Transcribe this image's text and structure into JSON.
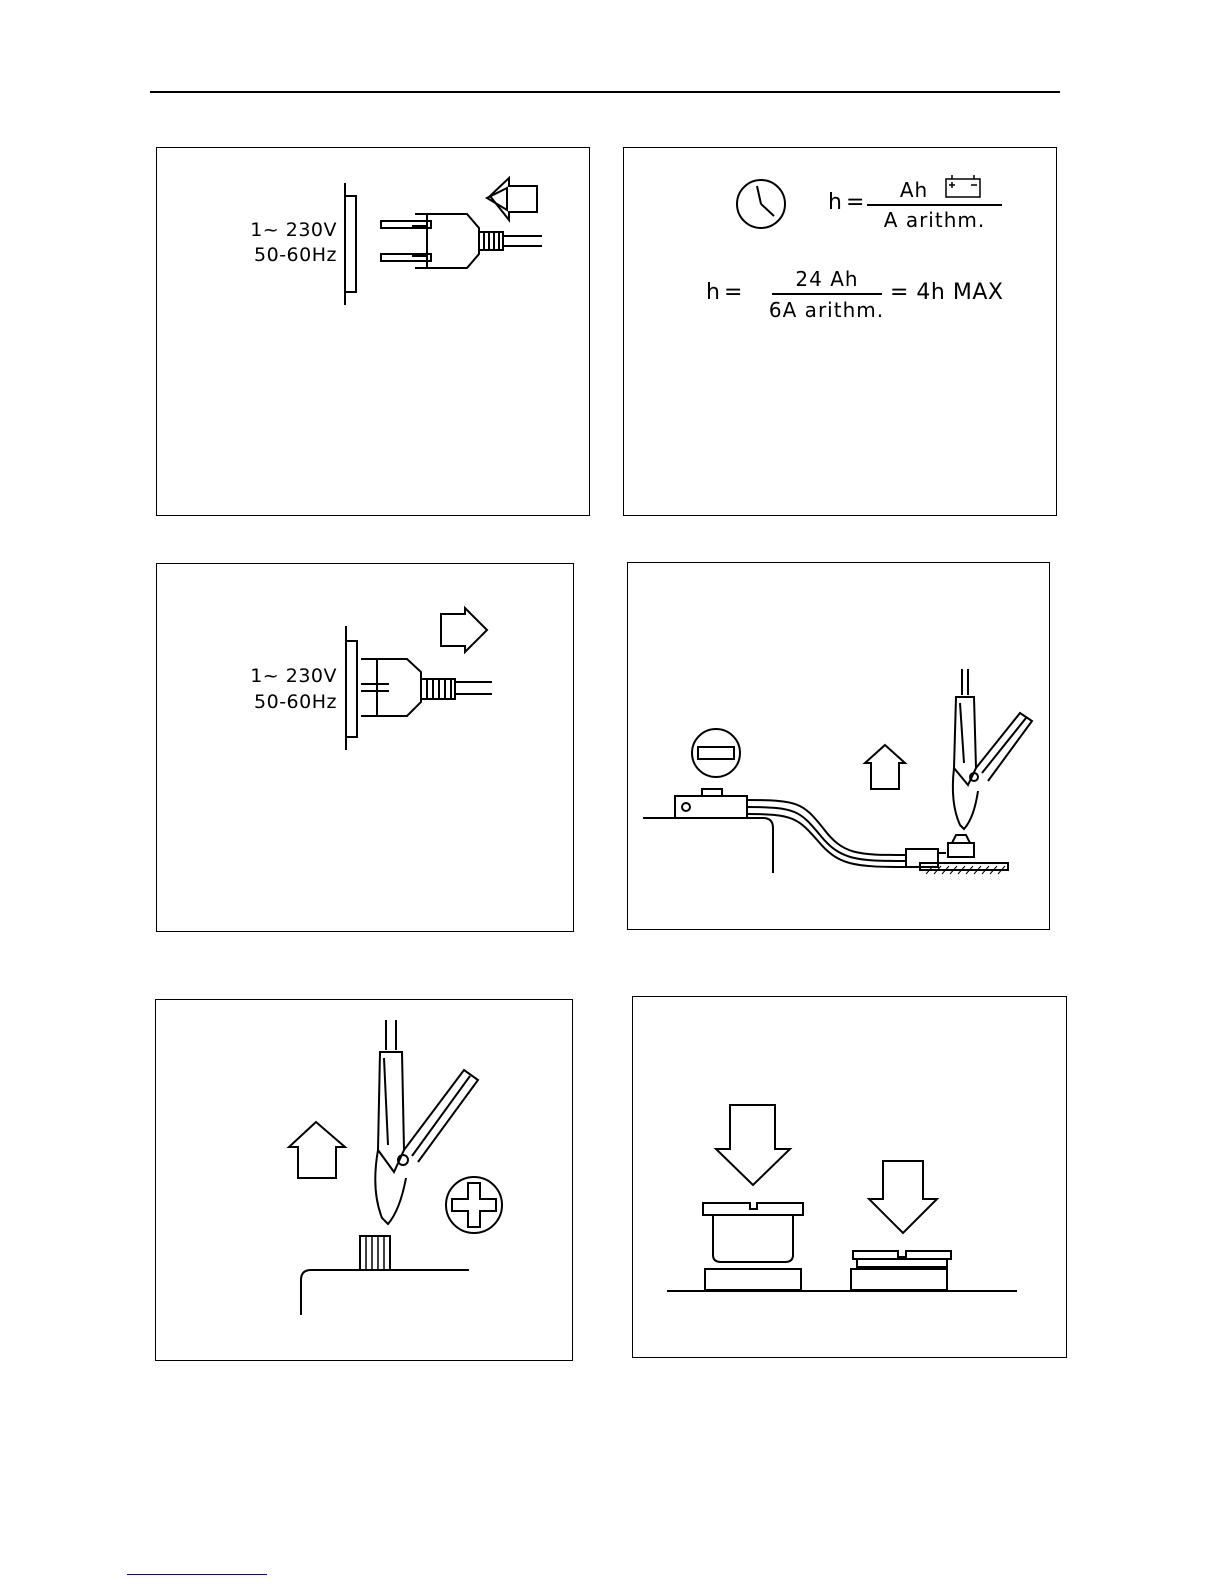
{
  "panels": {
    "plug_in": {
      "voltage_label": "1~  230V",
      "frequency_label": "50-60Hz"
    },
    "charge_time": {
      "formula": {
        "lhs": "h",
        "equals": "=",
        "numerator": "Ah",
        "denominator": "A  arithm."
      },
      "example": {
        "lhs": "h",
        "equals": "=",
        "numerator": "24  Ah",
        "denominator": "6A  arithm.",
        "result": "= 4h   MAX"
      }
    },
    "plug_out": {
      "voltage_label": "1~  230V",
      "frequency_label": "50-60Hz"
    },
    "negative_clamp": {},
    "positive_clamp": {},
    "battery_caps": {}
  },
  "colors": {
    "ink": "#000000",
    "paper": "#ffffff",
    "link": "#0000ee"
  }
}
